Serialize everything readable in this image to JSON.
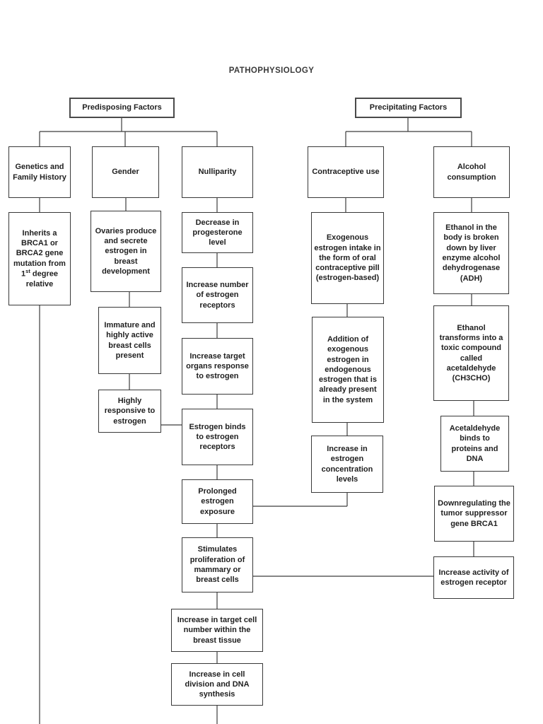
{
  "title": "PATHOPHYSIOLOGY",
  "colors": {
    "background": "#ffffff",
    "box_border": "#383838",
    "text": "#1f1f1f",
    "connector": "#3c3c3c"
  },
  "nodes": {
    "predisposing_header": "Predisposing Factors",
    "precipitating_header": "Precipitating Factors",
    "genetics": "Genetics and Family History",
    "gender": "Gender",
    "nulliparity": "Nulliparity",
    "contraceptive": "Contraceptive use",
    "alcohol": "Alcohol consumption",
    "brca_pre": "Inherits a BRCA1 or BRCA2 gene mutation from 1",
    "brca_sup": "st",
    "brca_post": " degree relative",
    "ovaries": "Ovaries produce and secrete estrogen in breast development",
    "immature_cells": "Immature and highly active breast cells present",
    "highly_responsive": "Highly responsive to estrogen",
    "decrease_progesterone": "Decrease in progesterone level",
    "increase_receptors": "Increase number of estrogen receptors",
    "increase_target_response": "Increase target organs response to estrogen",
    "estrogen_binds": "Estrogen binds to estrogen receptors",
    "prolonged_exposure": "Prolonged estrogen exposure",
    "stimulates_proliferation": "Stimulates proliferation of mammary or breast cells",
    "increase_cell_number": "Increase in target cell number within the breast tissue",
    "increase_cell_division": "Increase in cell division and DNA synthesis",
    "exogenous_intake": "Exogenous estrogen intake in the form of oral contraceptive pill (estrogen-based)",
    "addition_exogenous": "Addition of exogenous estrogen in endogenous estrogen that is already present in the system",
    "increase_concentration": "Increase in estrogen concentration levels",
    "ethanol_breakdown": "Ethanol in the body is broken down by liver enzyme alcohol dehydrogenase (ADH)",
    "ethanol_transforms": "Ethanol transforms into a toxic compound called acetaldehyde (CH3CHO)",
    "acetaldehyde_binds": "Acetaldehyde binds to proteins and DNA",
    "downregulating_brca1": "Downregulating the tumor suppressor gene BRCA1",
    "increase_er_activity": "Increase activity of estrogen receptor"
  },
  "edges": [
    {
      "from": "predisposing_header",
      "to": "genetics"
    },
    {
      "from": "predisposing_header",
      "to": "gender"
    },
    {
      "from": "predisposing_header",
      "to": "nulliparity"
    },
    {
      "from": "precipitating_header",
      "to": "contraceptive"
    },
    {
      "from": "precipitating_header",
      "to": "alcohol"
    },
    {
      "from": "genetics",
      "to": "brca_mutation"
    },
    {
      "from": "brca_mutation",
      "to": "continues-below-page"
    },
    {
      "from": "gender",
      "to": "ovaries"
    },
    {
      "from": "ovaries",
      "to": "immature_cells"
    },
    {
      "from": "immature_cells",
      "to": "highly_responsive"
    },
    {
      "from": "highly_responsive",
      "to": "estrogen_binds"
    },
    {
      "from": "nulliparity",
      "to": "decrease_progesterone"
    },
    {
      "from": "decrease_progesterone",
      "to": "increase_receptors"
    },
    {
      "from": "increase_receptors",
      "to": "increase_target_response"
    },
    {
      "from": "increase_target_response",
      "to": "estrogen_binds"
    },
    {
      "from": "estrogen_binds",
      "to": "prolonged_exposure"
    },
    {
      "from": "increase_concentration",
      "to": "prolonged_exposure"
    },
    {
      "from": "prolonged_exposure",
      "to": "stimulates_proliferation"
    },
    {
      "from": "increase_er_activity",
      "to": "stimulates_proliferation"
    },
    {
      "from": "stimulates_proliferation",
      "to": "increase_cell_number"
    },
    {
      "from": "increase_cell_number",
      "to": "increase_cell_division"
    },
    {
      "from": "increase_cell_division",
      "to": "continues-below-page"
    },
    {
      "from": "contraceptive",
      "to": "exogenous_intake"
    },
    {
      "from": "exogenous_intake",
      "to": "addition_exogenous"
    },
    {
      "from": "addition_exogenous",
      "to": "increase_concentration"
    },
    {
      "from": "alcohol",
      "to": "ethanol_breakdown"
    },
    {
      "from": "ethanol_breakdown",
      "to": "ethanol_transforms"
    },
    {
      "from": "ethanol_transforms",
      "to": "acetaldehyde_binds"
    },
    {
      "from": "acetaldehyde_binds",
      "to": "downregulating_brca1"
    },
    {
      "from": "downregulating_brca1",
      "to": "increase_er_activity"
    }
  ]
}
